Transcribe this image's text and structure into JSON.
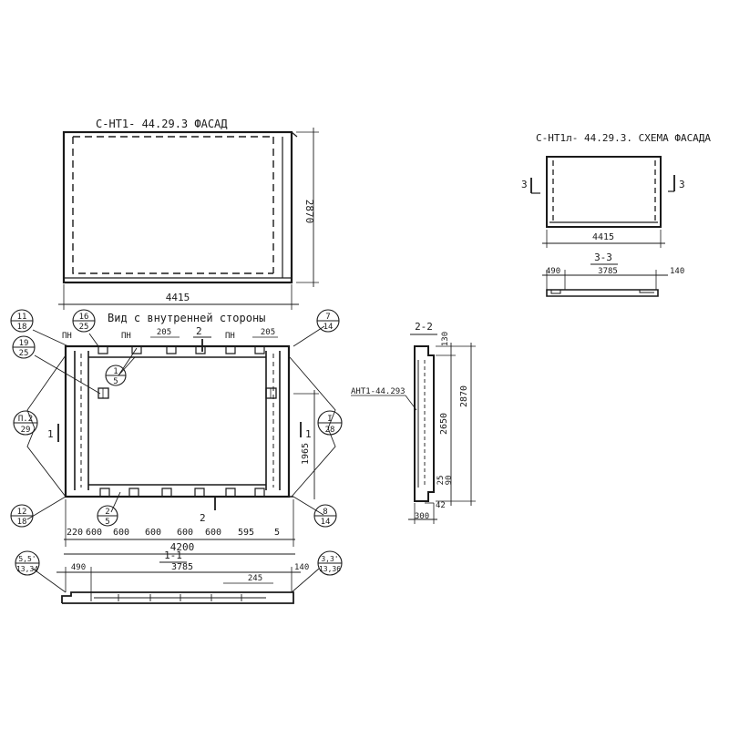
{
  "facade": {
    "title": "С-НТ1- 44.29.3  ФАСАД",
    "height": "2870",
    "width": "4415"
  },
  "scheme": {
    "title": "С-НТ1л- 44.29.3.  СХЕМА ФАСАДА",
    "cut_marks": [
      "3",
      "3"
    ],
    "width": "4415"
  },
  "section_3_3": {
    "title": "3-3",
    "dims": [
      "490",
      "3785",
      "140"
    ]
  },
  "inner_view": {
    "title": "Вид с внутренней стороны",
    "pn_labels": [
      "ПН",
      "ПН",
      "ПН"
    ],
    "dims_top": [
      "205",
      "205"
    ],
    "cut_2_top": "2",
    "cut_2_bottom": "2",
    "cut_1_left": "1",
    "cut_1_right": "1",
    "dim_right": "1965",
    "dims_bottom": [
      "220",
      "600",
      "600",
      "600",
      "600",
      "600",
      "595",
      "5"
    ],
    "total_bottom": "4200",
    "callouts": [
      {
        "top": "11",
        "bottom": "18"
      },
      {
        "top": "16",
        "bottom": "25"
      },
      {
        "top": "19",
        "bottom": "25"
      },
      {
        "top": "1",
        "bottom": "5"
      },
      {
        "top": "7",
        "bottom": "14"
      },
      {
        "top": "П.2",
        "bottom": "29"
      },
      {
        "top": "I",
        "bottom": "28"
      },
      {
        "top": "12",
        "bottom": "18"
      },
      {
        "top": "2",
        "bottom": "5"
      },
      {
        "top": "8",
        "bottom": "14"
      }
    ]
  },
  "section_1_1": {
    "title": "1-1",
    "dims": [
      "490",
      "3785",
      "245",
      "140"
    ],
    "callouts": [
      {
        "top": "5,5'",
        "bottom": "13,34"
      },
      {
        "top": "3,3'",
        "bottom": "13,36"
      }
    ]
  },
  "section_2_2": {
    "title": "2-2",
    "label": "АНТ1-44.293",
    "dims_vertical": [
      "130",
      "2650",
      "2870",
      "25",
      "90"
    ],
    "dims_bottom": [
      "42",
      "300"
    ]
  }
}
